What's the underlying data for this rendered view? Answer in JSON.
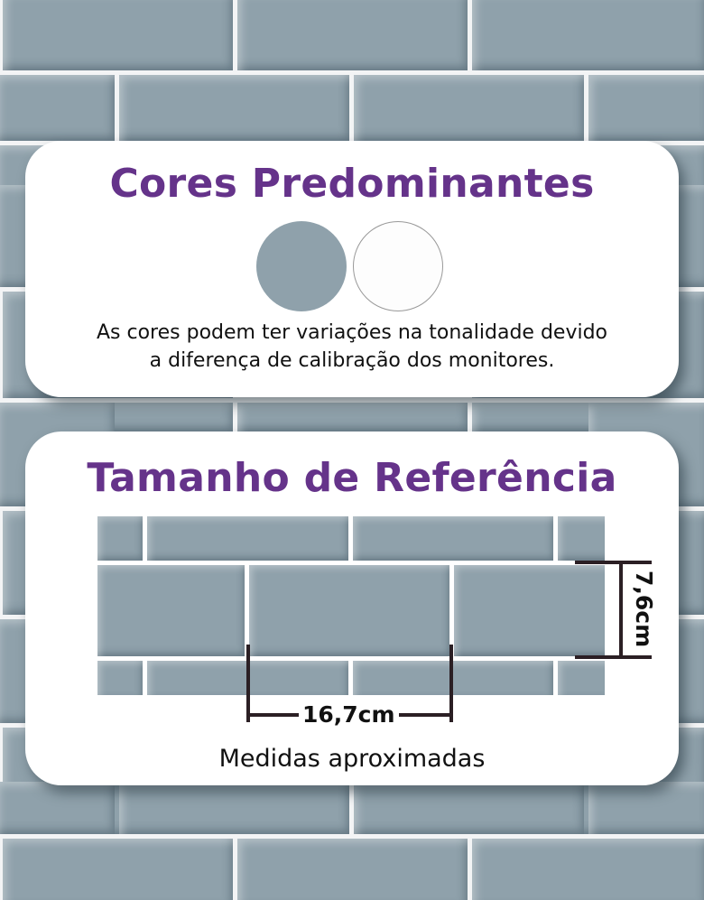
{
  "colors": {
    "accent_title": "#65338a",
    "tile": "#8fa1ab",
    "grout": "#f3f4f5",
    "measure_line": "#2b1f24"
  },
  "colors_card": {
    "title": "Cores Predominantes",
    "swatches": [
      {
        "name": "gray-blue",
        "hex": "#8fa1ab"
      },
      {
        "name": "white",
        "hex": "#fdfdfd"
      }
    ],
    "note_line1": "As cores podem ter variações na tonalidade devido",
    "note_line2": "a diferença de calibração dos monitores."
  },
  "size_card": {
    "title": "Tamanho de Referência",
    "width_label": "16,7cm",
    "height_label": "7,6cm",
    "footer": "Medidas aproximadas"
  }
}
